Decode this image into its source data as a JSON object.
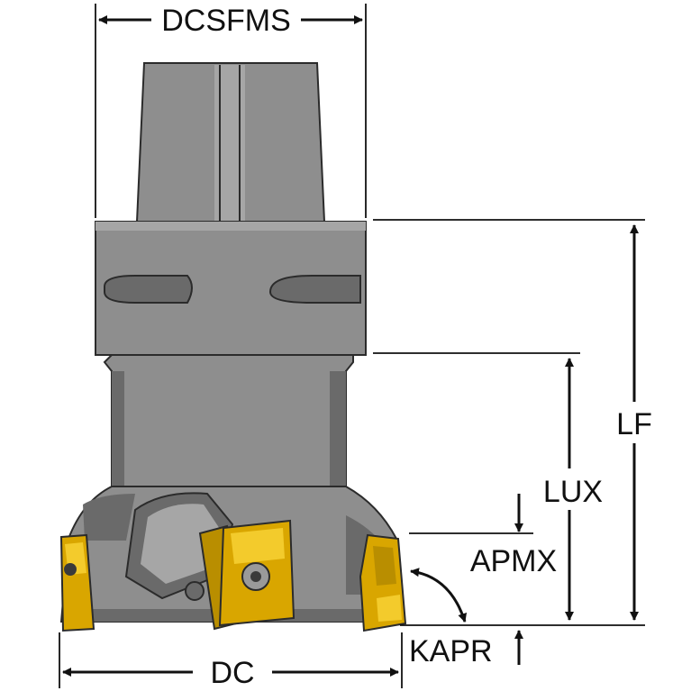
{
  "labels": {
    "dcsfms": "DCSFMS",
    "lf": "LF",
    "lux": "LUX",
    "apmx": "APMX",
    "kapr": "KAPR",
    "dc": "DC"
  },
  "colors": {
    "body": "#8e8e8e",
    "body_shadow": "#6a6a6a",
    "insert_gold": "#d9a600",
    "insert_highlight": "#f3cb2c",
    "ink": "#111111"
  },
  "icons": {
    "arrowhead": "filled-triangle-arrowhead"
  }
}
